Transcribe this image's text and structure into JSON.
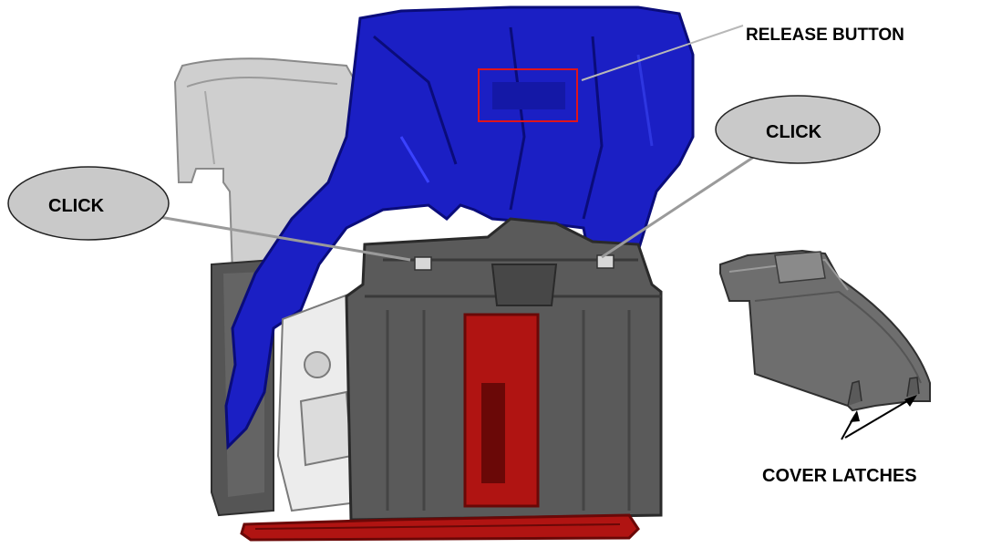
{
  "labels": {
    "release_button": "RELEASE BUTTON",
    "click_left": "CLICK",
    "click_right": "CLICK",
    "cover_latches": "COVER LATCHES"
  },
  "colors": {
    "blue_part": "#1b1fc4",
    "blue_dark": "#0a0c7a",
    "red_part": "#b01412",
    "red_dark": "#6a0807",
    "gray_dark": "#4a4a4a",
    "gray_mid": "#6a6a6a",
    "gray_light": "#c8c8c8",
    "callout_fill": "#c9c9c9",
    "highlight_box": "#e0141b",
    "white_part": "#ececec"
  }
}
